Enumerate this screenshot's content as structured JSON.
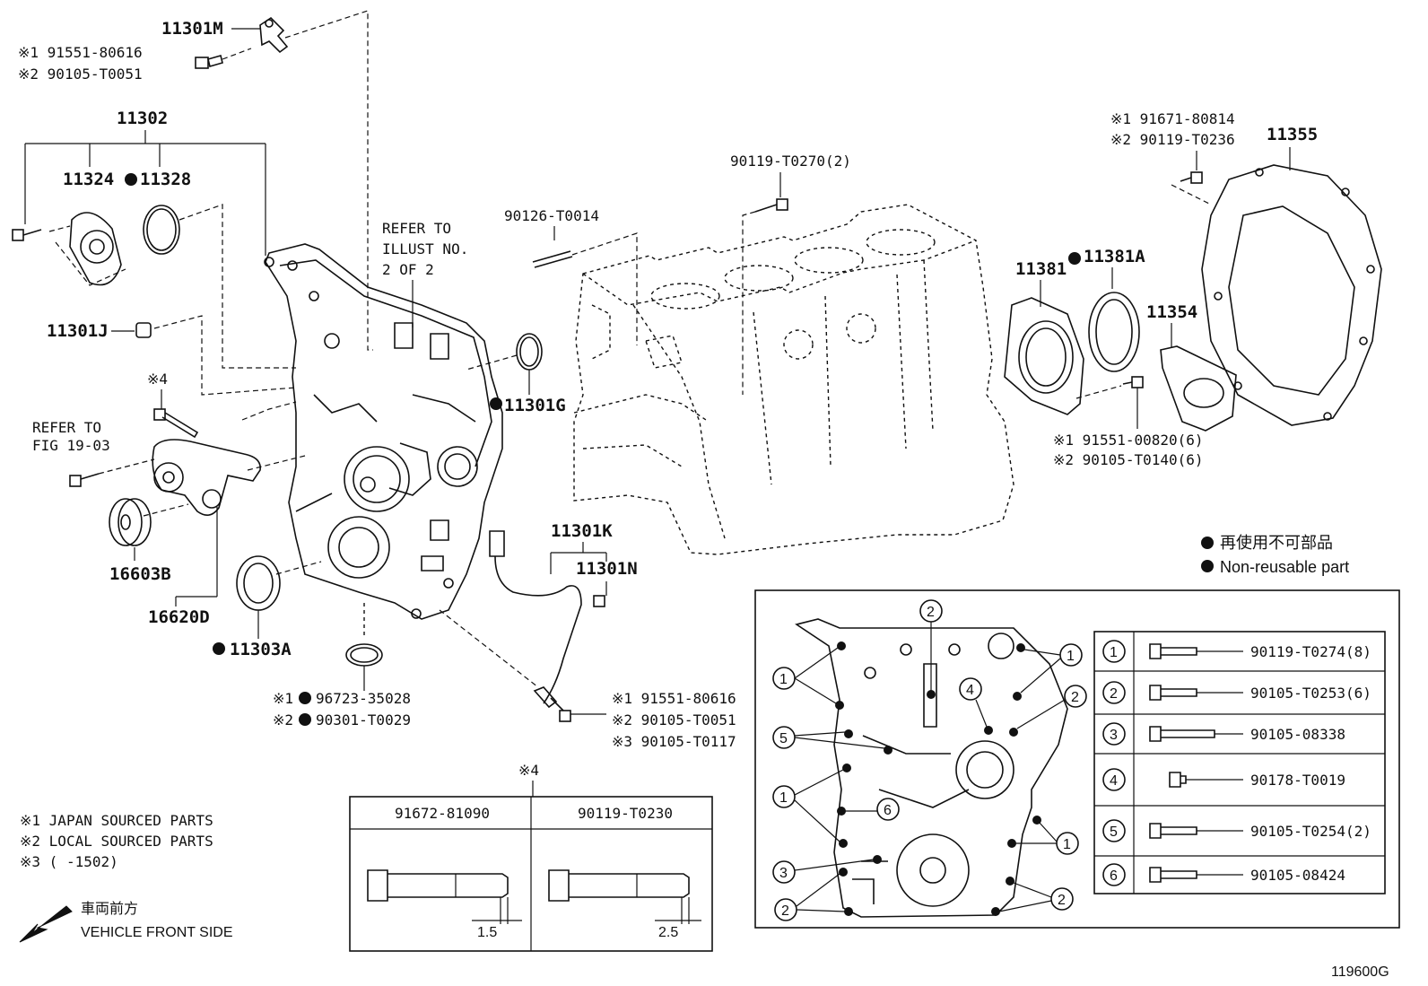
{
  "diagram_id": "119600G",
  "parts": {
    "p11301M": "11301M",
    "p11301M_bolt1": "※1 91551-80616",
    "p11301M_bolt2": "※2 90105-T0051",
    "p11302": "11302",
    "p11324": "11324",
    "p11328": "11328",
    "p11301J": "11301J",
    "star4": "※4",
    "refer_fig_1": "REFER TO",
    "refer_fig_2": "FIG 19-03",
    "refer_illust_1": "REFER TO",
    "refer_illust_2": "ILLUST NO.",
    "refer_illust_3": "2 OF 2",
    "p16603B": "16603B",
    "p16620D": "16620D",
    "p11303A": "11303A",
    "p11301G": "11301G",
    "p90126": "90126-T0014",
    "p90119_0270": "90119-T0270(2)",
    "p11301K": "11301K",
    "p11301N": "11301N",
    "p96723_1": "※1",
    "p96723": "96723-35028",
    "p90301_1": "※2",
    "p90301": "90301-T0029",
    "p11301N_b1": "※1 91551-80616",
    "p11301N_b2": "※2 90105-T0051",
    "p11301N_b3": "※3 90105-T0117",
    "p11381": "11381",
    "p11381A": "11381A",
    "p11354": "11354",
    "p11355": "11355",
    "p11355_b1": "※1 91671-80814",
    "p11355_b2": "※2 90119-T0236",
    "p11354_b1": "※1 91551-00820(6)",
    "p11354_b2": "※2 90105-T0140(6)"
  },
  "legend": {
    "line1": "再使用不可部品",
    "line2": "Non-reusable part"
  },
  "notes": {
    "n1": "※1 JAPAN SOURCED PARTS",
    "n2": "※2 LOCAL SOURCED PARTS",
    "n3": "※3 (      -1502)",
    "front_jp": "車両前方",
    "front_en": "VEHICLE FRONT SIDE"
  },
  "bolt_table": {
    "header_mark": "※4",
    "col1": "91672-81090",
    "col2": "90119-T0230",
    "dim1": "1.5",
    "dim2": "2.5"
  },
  "bolt_key": [
    {
      "num": "1",
      "part": "90119-T0274(8)"
    },
    {
      "num": "2",
      "part": "90105-T0253(6)"
    },
    {
      "num": "3",
      "part": "90105-08338"
    },
    {
      "num": "4",
      "part": "90178-T0019"
    },
    {
      "num": "5",
      "part": "90105-T0254(2)"
    },
    {
      "num": "6",
      "part": "90105-08424"
    }
  ],
  "callouts": {
    "c1": "1",
    "c2": "2",
    "c3": "3",
    "c4": "4",
    "c5": "5",
    "c6": "6"
  }
}
